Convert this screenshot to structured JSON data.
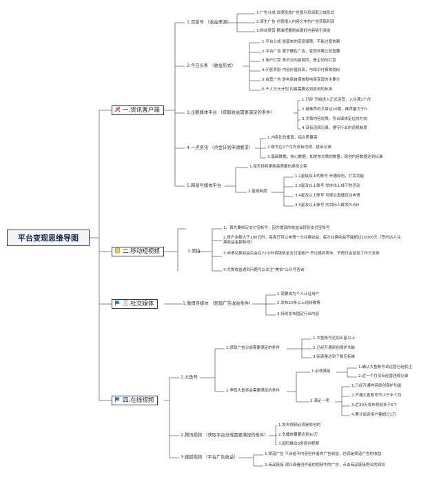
{
  "root": "平台变现思维导图",
  "categories": [
    {
      "label": "一.资讯客户端",
      "icon": "tools-icon"
    },
    {
      "label": "二.移动短视频",
      "icon": "scroll-icon"
    },
    {
      "label": "三.社交媒体",
      "icon": "flag-icon"
    },
    {
      "label": "四.在线视频",
      "icon": "flag-icon"
    }
  ],
  "c1": {
    "baijia": {
      "label": "1.百家号 （收益来源）",
      "items": [
        "1.广告分成 百度投放广告盈利后采取分成形式",
        "2.原生广告 创意植入内容之中的广告获取利润",
        "3.粉丝赞赏 精准把握粉丝喜好内容吸引资金"
      ]
    },
    "toutiao": {
      "label": "2.今日头条 （收益形式）",
      "items": [
        "1.平台分成 是基本的变现保障，不能过度依赖",
        "2.平台广告 属于硬性广告，变现效果比较显著",
        "3.用户打赏 表示对内容赞同，是主动的打赏",
        "4.问答奖励 内容价值较高，与知识付费相类似",
        "5.自营广告 是电商自媒体和电商变现的主要介",
        "6.千人万元计划 内容需要达到原创的标准"
      ]
    },
    "qie": {
      "label": "3.企鹅媒体平台 （获取收益需要满足的条件）",
      "items": [
        "1.已经 开始进入正式运营，入住满1个月",
        "2.被推荐的文章达20篇，推荐量大于0",
        "3.文章内容优质，符合媒体定位的方向",
        "4.没有违规记录，遵守行业的违规制度"
      ]
    },
    "yidian": {
      "label": "4.一点资讯 （点金计划申请要求）",
      "items": [
        "1.内容比较垂直，综合质量高",
        "2.账号在1个月内没有违规，投诉记录",
        "3.基础数据，核心数据，如发布文章的数量，原创内容数据达到标准"
      ]
    },
    "wangyi": {
      "label": "5.网易号媒体平台",
      "items": [
        "1.每天持续更新高质量的原创文章"
      ],
      "sub": {
        "label": "2.星级制度",
        "items": [
          "1.2星级及上的账号 开通原创，打赏功能",
          "2.3星及以上账号 举办线上线下的活动",
          "3.4星及以上账号 可提交直播互动申请",
          "4.5星及以上账号 向目标人群发PUSH"
        ]
      }
    }
  },
  "c2": {
    "label": "1.美拍",
    "items": [
      "1、首先要绑定支付宝帐号，因为提现的收益会转到支付宝账号",
      "2.账户余额大于100元时，每周日可以申请一次兑换收益，每次兑换收益不能超过10000元（签约达人兑换收益金额有线）",
      "3.申请兑换收益后会在72小时将钱放至支付宝帐户 不过遇到周末、节假日会延至工作日发放",
      "4.兑换收益遇到问题可以关注“美拍”公众号咨询"
    ]
  },
  "c3": {
    "label": "1.微博自媒体 （获取广告收益条件）",
    "items": [
      "1.需要成为个人认证用户",
      "2.发布10条以上视频微博",
      "3.持续发布固定行业内容"
    ]
  },
  "c4": {
    "dayu": {
      "label": "1.大鱼号",
      "a": {
        "label": "1.获取广告分成需要满足的条件",
        "items": [
          "1.大鱼账号达到五星以上",
          "2.已经开通原创保护功能",
          "3.阅读量达到了相应标准"
        ]
      },
      "b": {
        "label": "2.争取大鱼奖金需要满足的条件",
        "must": {
          "label": "1.必须满足",
          "items": [
            "1.确认大鱼账号试运营已经转正",
            "2.近一个月没有经营违规记录"
          ]
        },
        "one": {
          "label": "2.满足一项",
          "items": [
            "1.已经开通内容原创保护功能",
            "2.开通大鱼账号不少于半个月",
            "3.近30天发布视频多于5个",
            "4.累计阅读用户量超过1万"
          ]
        }
      }
    },
    "tengxun": {
      "label": "2.腾讯视频 （获取平台分成需要满足的条件）",
      "items": [
        "1.发布视频必须是原创的",
        "2.总播放量要达到10万",
        "3.起码推出5条原创视频"
      ]
    },
    "soukan": {
      "label": "3.搜狐视频 （平台广告收益）",
      "items": [
        "1.渠道广告 平台给予内容创作者的广告收益，也就是渠道广告的收益",
        "2.商品链接 观众观看创作者的视频中的广告，点击商品链接购买的回扣"
      ]
    }
  }
}
